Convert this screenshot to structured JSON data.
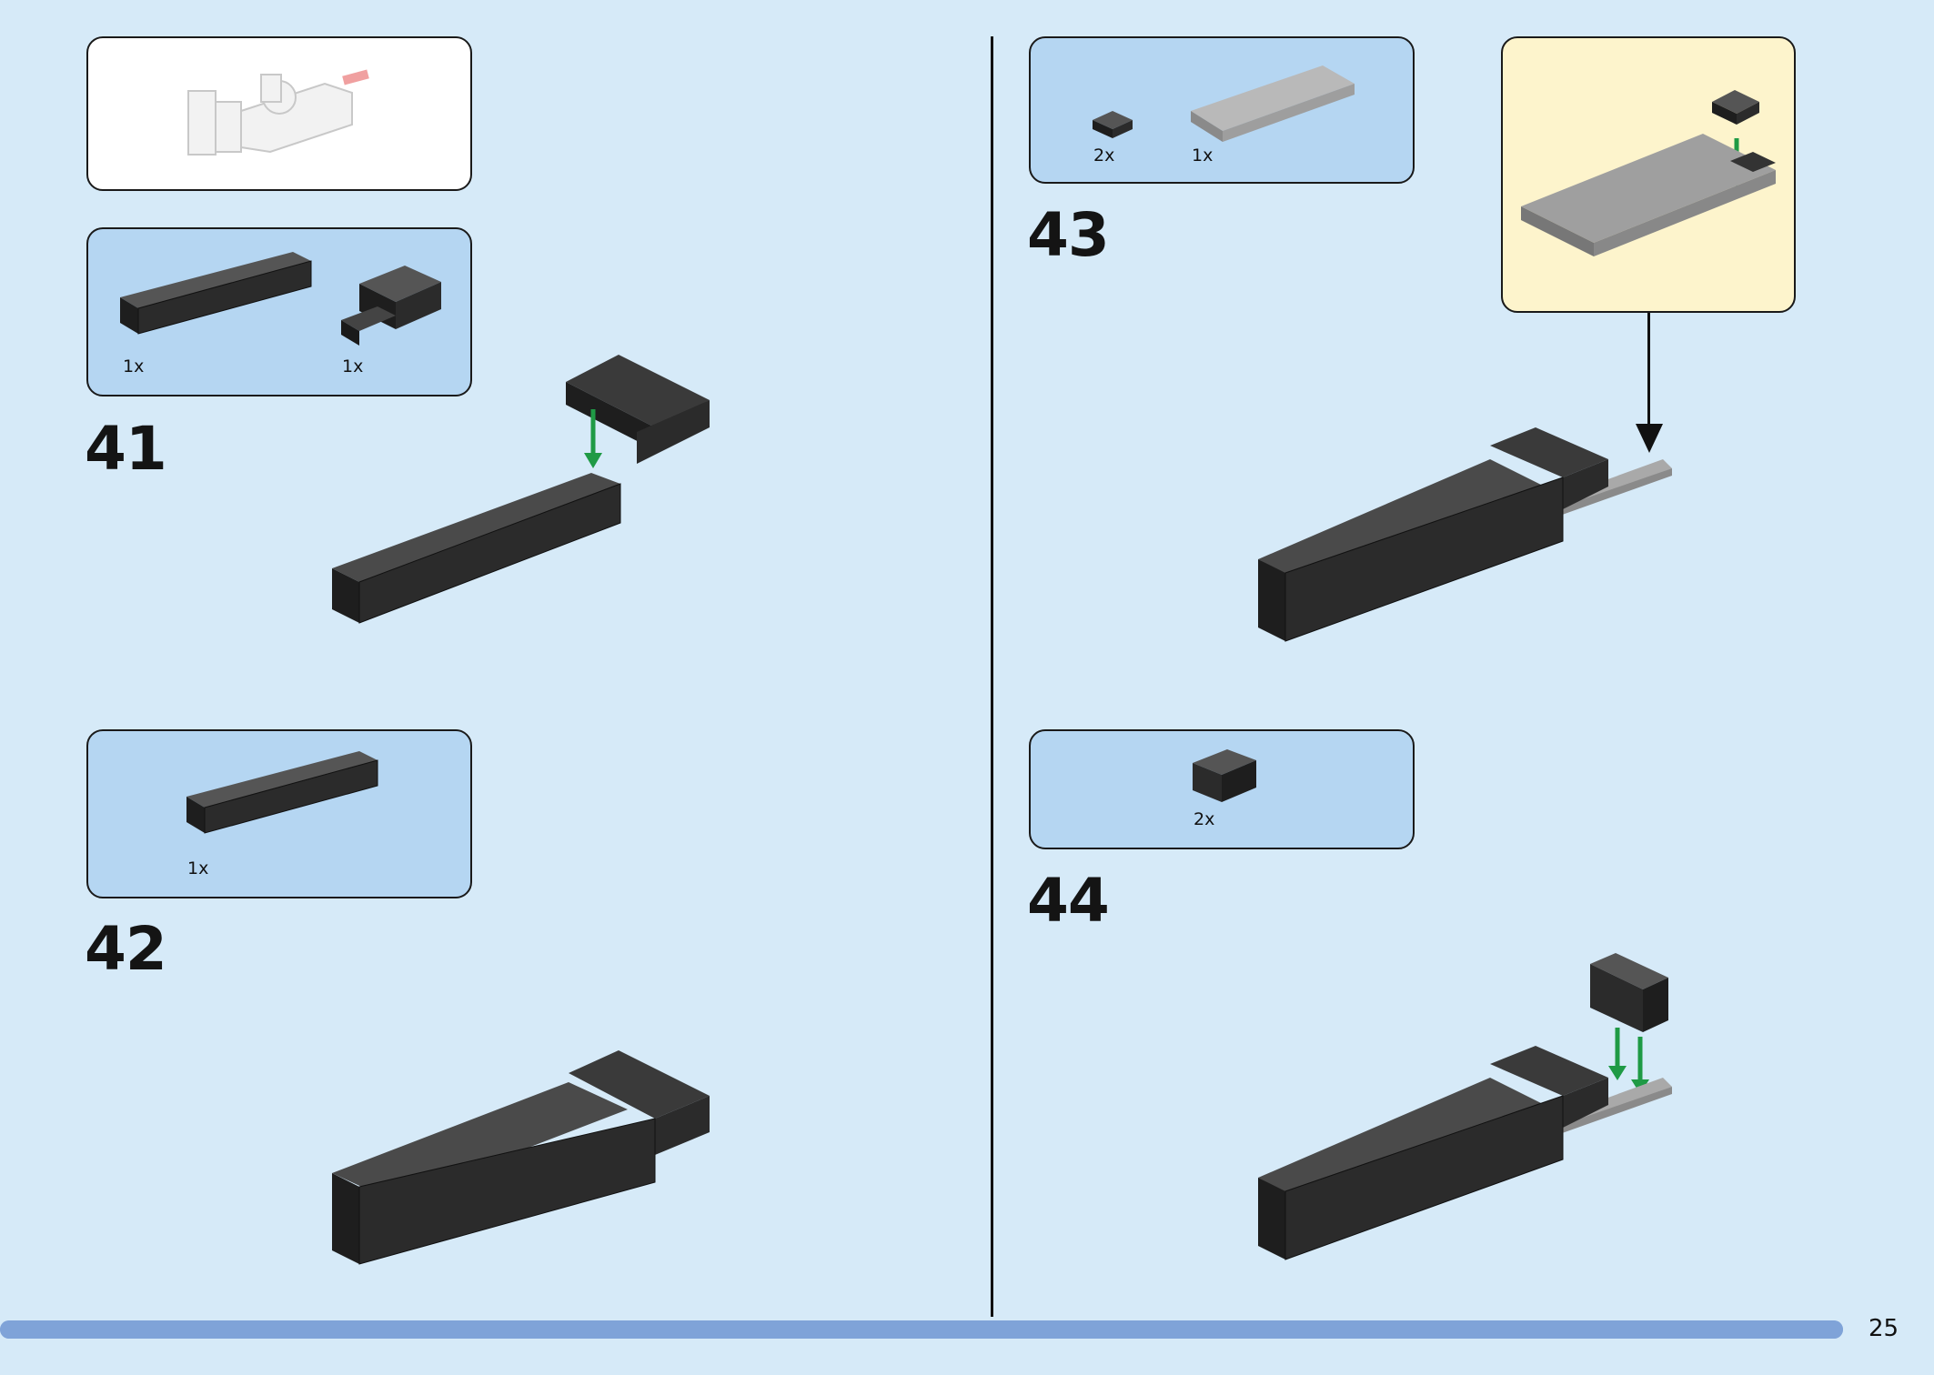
{
  "page": {
    "number": "25"
  },
  "progress": {
    "fraction": 1.0
  },
  "steps": [
    {
      "number": "41",
      "parts": [
        {
          "qty": "1x",
          "icon": "beam-1x8-dark"
        },
        {
          "qty": "1x",
          "icon": "bracket-dark"
        }
      ]
    },
    {
      "number": "42",
      "parts": [
        {
          "qty": "1x",
          "icon": "beam-1x8-dark"
        }
      ]
    },
    {
      "number": "43",
      "parts": [
        {
          "qty": "2x",
          "icon": "plate-1x1-dark"
        },
        {
          "qty": "1x",
          "icon": "plate-2x6-grey"
        }
      ]
    },
    {
      "number": "44",
      "parts": [
        {
          "qty": "2x",
          "icon": "brick-axle-hole-dark"
        }
      ]
    }
  ],
  "colors": {
    "page_bg": "#d6eaf8",
    "parts_panel": "#b5d6f2",
    "callout_panel": "#fdf4cc",
    "brick_dark": "#2b2b2b",
    "brick_grey": "#a9a9a9",
    "arrow_green": "#1f9a45",
    "progress": "#7fa3d8"
  }
}
